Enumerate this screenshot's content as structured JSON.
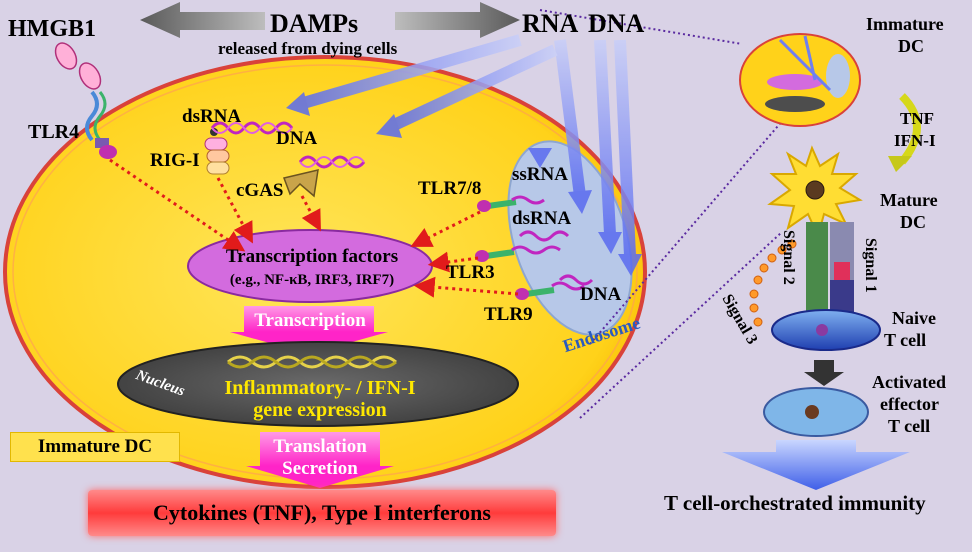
{
  "header": {
    "hmgb1": "HMGB1",
    "damps": "DAMPs",
    "damps_sub": "released from dying cells",
    "rna": "RNA",
    "dna": "DNA"
  },
  "cell": {
    "tlr4": "TLR4",
    "dsrna": "dsRNA",
    "rigi": "RIG-I",
    "dna": "DNA",
    "cgas": "cGAS",
    "tlr78": "TLR7/8",
    "tlr3": "TLR3",
    "tlr9": "TLR9",
    "endo_ssrna": "ssRNA",
    "endo_dsrna": "dsRNA",
    "endo_dna": "DNA",
    "endosome": "Endosome",
    "tf_title": "Transcription factors",
    "tf_sub": "(e.g., NF-κB, IRF3, IRF7)",
    "transcription": "Transcription",
    "nucleus": "Nucleus",
    "gene_line1": "Inflammatory- / IFN-I",
    "gene_line2": "gene expression",
    "translation": "Translation",
    "secretion": "Secretion",
    "immature_dc": "Immature DC",
    "cytokines": "Cytokines (TNF),  Type I interferons"
  },
  "right": {
    "immature_line1": "Immature",
    "immature_line2": "DC",
    "tnf": "TNF",
    "ifni": "IFN-I",
    "mature_line1": "Mature",
    "mature_line2": "DC",
    "signal1": "Signal 1",
    "signal2": "Signal 2",
    "signal3": "Signal 3",
    "naive_line1": "Naive",
    "naive_line2": "T cell",
    "activated_line1": "Activated",
    "activated_line2": "effector",
    "activated_line3": "T cell",
    "immunity": "T cell-orchestrated immunity"
  },
  "colors": {
    "background": "#d9d2e6",
    "cell_fill": "#ffd21a",
    "cell_border": "#d9423a",
    "tf_fill": "#d36bde",
    "nucleus_fill": "#4d4d4d",
    "endosome_fill": "#b7c8e8",
    "flow_arrow": "#ff3fd0",
    "dotted_arrow": "#e11b1b",
    "blue_arrow": "#6f7ff0",
    "cyto_box": "#ff4a4a",
    "immature_box": "#ffe14d"
  }
}
